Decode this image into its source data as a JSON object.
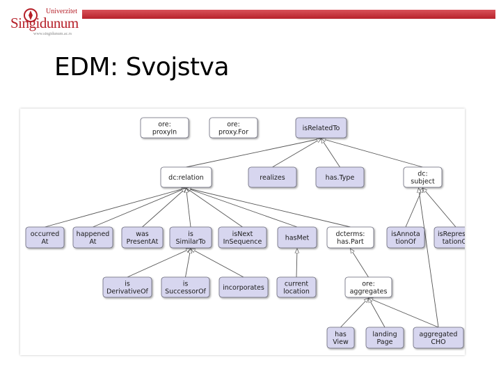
{
  "slide": {
    "title": "EDM: Svojstva",
    "logo": {
      "line1": "Univerzitet",
      "line2": "Singidunum",
      "url": "www.singidunum.ac.rs"
    },
    "colors": {
      "brand": "#b51f28",
      "node_white": "#ffffff",
      "node_violet": "#d7d6ef"
    }
  },
  "diagram": {
    "nodes": [
      {
        "id": "proxyIn",
        "label": [
          "ore:",
          "proxyIn"
        ],
        "fill": "white"
      },
      {
        "id": "proxyFor",
        "label": [
          "ore:",
          "proxy.For"
        ],
        "fill": "white"
      },
      {
        "id": "isRelatedTo",
        "label": [
          "isRelatedTo"
        ],
        "fill": "violet"
      },
      {
        "id": "relation",
        "label": [
          "dc:relation"
        ],
        "fill": "white"
      },
      {
        "id": "realizes",
        "label": [
          "realizes"
        ],
        "fill": "violet"
      },
      {
        "id": "hasType",
        "label": [
          "has.Type"
        ],
        "fill": "violet"
      },
      {
        "id": "subject",
        "label": [
          "dc:",
          "subject"
        ],
        "fill": "white"
      },
      {
        "id": "occurredAt",
        "label": [
          "occurred",
          "At"
        ],
        "fill": "violet"
      },
      {
        "id": "happenedAt",
        "label": [
          "happened",
          "At"
        ],
        "fill": "violet"
      },
      {
        "id": "wasPresentAt",
        "label": [
          "was",
          "PresentAt"
        ],
        "fill": "violet"
      },
      {
        "id": "isSimilarTo",
        "label": [
          "is",
          "SimilarTo"
        ],
        "fill": "violet"
      },
      {
        "id": "isNextInSequence",
        "label": [
          "isNext",
          "InSequence"
        ],
        "fill": "violet"
      },
      {
        "id": "hasMet",
        "label": [
          "hasMet"
        ],
        "fill": "violet"
      },
      {
        "id": "hasPart",
        "label": [
          "dcterms:",
          "has.Part"
        ],
        "fill": "white"
      },
      {
        "id": "isAnnotationOf",
        "label": [
          "isAnnota",
          "tionOf"
        ],
        "fill": "violet"
      },
      {
        "id": "isRepresentationOf",
        "label": [
          "isRepresen",
          "tationOf"
        ],
        "fill": "violet"
      },
      {
        "id": "isDerivativeOf",
        "label": [
          "is",
          "DerivativeOf"
        ],
        "fill": "violet"
      },
      {
        "id": "isSuccessorOf",
        "label": [
          "is",
          "SuccessorOf"
        ],
        "fill": "violet"
      },
      {
        "id": "incorporates",
        "label": [
          "incorporates"
        ],
        "fill": "violet"
      },
      {
        "id": "currentLocation",
        "label": [
          "current",
          "location"
        ],
        "fill": "violet"
      },
      {
        "id": "aggregates",
        "label": [
          "ore:",
          "aggregates"
        ],
        "fill": "white"
      },
      {
        "id": "hasView",
        "label": [
          "has",
          "View"
        ],
        "fill": "violet"
      },
      {
        "id": "landingPage",
        "label": [
          "landing",
          "Page"
        ],
        "fill": "violet"
      },
      {
        "id": "aggregatedCHO",
        "label": [
          "aggregated",
          "CHO"
        ],
        "fill": "violet"
      }
    ],
    "edges": [
      [
        "relation",
        "isRelatedTo"
      ],
      [
        "realizes",
        "isRelatedTo"
      ],
      [
        "hasType",
        "isRelatedTo"
      ],
      [
        "subject",
        "isRelatedTo"
      ],
      [
        "occurredAt",
        "relation"
      ],
      [
        "happenedAt",
        "relation"
      ],
      [
        "wasPresentAt",
        "relation"
      ],
      [
        "isSimilarTo",
        "relation"
      ],
      [
        "isNextInSequence",
        "relation"
      ],
      [
        "hasMet",
        "relation"
      ],
      [
        "hasPart",
        "relation"
      ],
      [
        "isAnnotationOf",
        "subject"
      ],
      [
        "isRepresentationOf",
        "subject"
      ],
      [
        "aggregatedCHO",
        "subject"
      ],
      [
        "isDerivativeOf",
        "isSimilarTo"
      ],
      [
        "isSuccessorOf",
        "isSimilarTo"
      ],
      [
        "incorporates",
        "isSimilarTo"
      ],
      [
        "currentLocation",
        "hasMet"
      ],
      [
        "aggregates",
        "hasPart"
      ],
      [
        "hasView",
        "aggregates"
      ],
      [
        "landingPage",
        "aggregates"
      ],
      [
        "aggregatedCHO",
        "aggregates"
      ]
    ]
  }
}
